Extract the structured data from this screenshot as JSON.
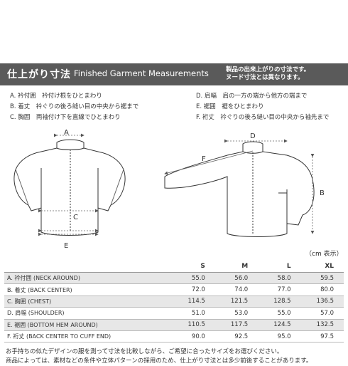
{
  "header": {
    "title_jp": "仕上がり寸法",
    "title_en": "Finished Garment Measurements",
    "note_line1": "製品の出来上がりの寸法です。",
    "note_line2": "ヌード寸法とは異なります。"
  },
  "definitions_left": [
    "A. 衿付囲　衿付け根をひとまわり",
    "B. 着丈　衿ぐりの後ろ縫い目の中央から裾まで",
    "C. 胸囲　両袖付け下を直線でひとまわり"
  ],
  "definitions_right": [
    "D. 肩幅　肩の一方の端から他方の端まで",
    "E. 裾囲　裾をひとまわり",
    "F. 裄丈　衿ぐりの後ろ縫い目の中央から袖先まで"
  ],
  "diagram_labels": {
    "a": "A",
    "b": "B",
    "c": "C",
    "d": "D",
    "e": "E",
    "f": "F"
  },
  "unit_note": "（cm 表示）",
  "table": {
    "sizes": [
      "S",
      "M",
      "L",
      "XL"
    ],
    "rows": [
      {
        "label": "A. 衿付囲 (NECK AROUND)",
        "values": [
          "55.0",
          "56.0",
          "58.0",
          "59.5"
        ]
      },
      {
        "label": "B. 着丈 (BACK CENTER)",
        "values": [
          "72.0",
          "74.0",
          "77.0",
          "80.0"
        ]
      },
      {
        "label": "C. 胸囲 (CHEST)",
        "values": [
          "114.5",
          "121.5",
          "128.5",
          "136.5"
        ]
      },
      {
        "label": "D. 肩幅 (SHOULDER)",
        "values": [
          "51.0",
          "53.0",
          "55.0",
          "57.0"
        ]
      },
      {
        "label": "E. 裾囲 (BOTTOM HEM AROUND)",
        "values": [
          "110.5",
          "117.5",
          "124.5",
          "132.5"
        ]
      },
      {
        "label": "F. 裄丈 (BACK CENTER TO CUFF END)",
        "values": [
          "90.0",
          "92.5",
          "95.0",
          "97.5"
        ]
      }
    ]
  },
  "footnote_line1": "お手持ちの似たデザインの服を測って寸法を比較しながら、ご希望に合ったサイズをお選びください。",
  "footnote_line2": "商品によっては、素材などの条件や立体パターンの採用のため、仕上がり寸法とは多少前後することがあります。"
}
